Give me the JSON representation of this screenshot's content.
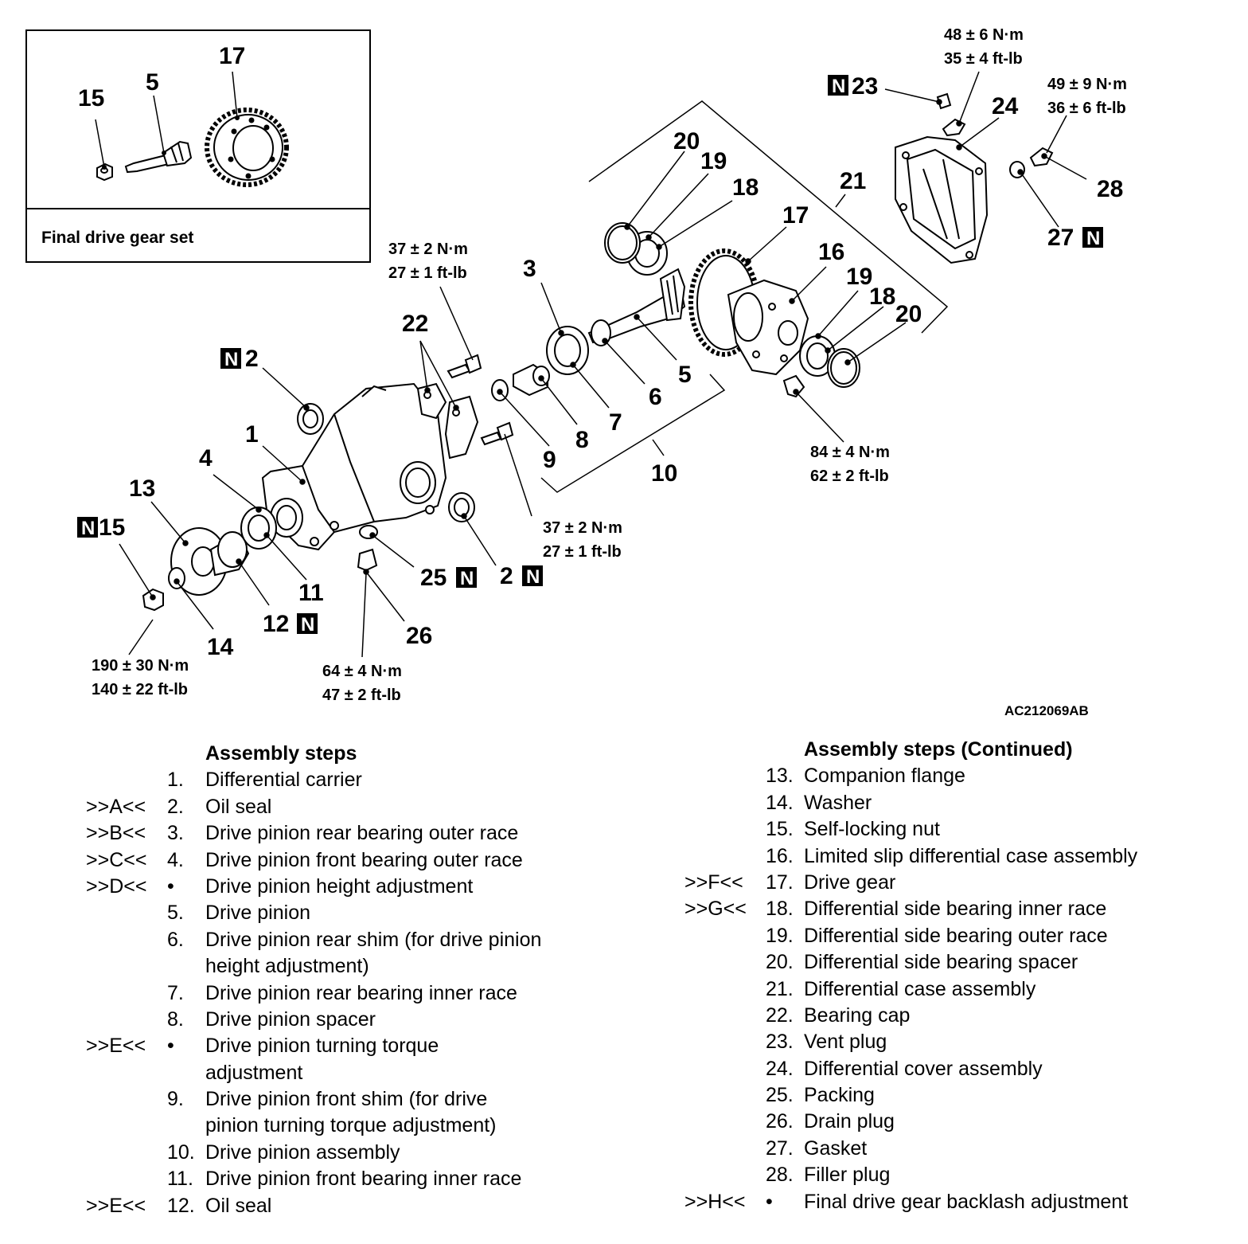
{
  "inset": {
    "label": "Final drive gear set",
    "callouts": [
      "17",
      "5",
      "15"
    ]
  },
  "callouts": {
    "c1": "1",
    "c2a": "2",
    "c2b": "2",
    "c3": "3",
    "c4": "4",
    "c5": "5",
    "c6": "6",
    "c7": "7",
    "c8": "8",
    "c9": "9",
    "c10": "10",
    "c11": "11",
    "c12": "12",
    "c13": "13",
    "c14": "14",
    "c15": "15",
    "c16": "16",
    "c17": "17",
    "c18a": "18",
    "c18b": "18",
    "c19a": "19",
    "c19b": "19",
    "c20a": "20",
    "c20b": "20",
    "c21": "21",
    "c22": "22",
    "c23": "23",
    "c24": "24",
    "c25": "25",
    "c26": "26",
    "c27": "27",
    "c28": "28"
  },
  "n_marker": "N",
  "torques": {
    "t_cap_top": [
      "37 ± 2 N·m",
      "27 ± 1 ft-lb"
    ],
    "t_cap_bot": [
      "37 ± 2 N·m",
      "27 ± 1 ft-lb"
    ],
    "t_vent": [
      "48 ± 6 N·m",
      "35 ± 4 ft-lb"
    ],
    "t_filler": [
      "49 ± 9 N·m",
      "36 ± 6 ft-lb"
    ],
    "t_case": [
      "84 ± 4 N·m",
      "62 ± 2 ft-lb"
    ],
    "t_nut": [
      "190 ± 30 N·m",
      "140 ± 22 ft-lb"
    ],
    "t_drain": [
      "64 ± 4 N·m",
      "47 ± 2 ft-lb"
    ]
  },
  "figure_ref": "AC212069AB",
  "assembly_left": {
    "header": "Assembly steps",
    "rows": [
      {
        "code": "",
        "nr": "1.",
        "text": "Differential carrier"
      },
      {
        "code": ">>A<<",
        "nr": "2.",
        "text": "Oil seal"
      },
      {
        "code": ">>B<<",
        "nr": "3.",
        "text": "Drive pinion rear bearing outer race"
      },
      {
        "code": ">>C<<",
        "nr": "4.",
        "text": "Drive pinion front bearing outer race"
      },
      {
        "code": ">>D<<",
        "nr": "•",
        "text": "Drive pinion height adjustment"
      },
      {
        "code": "",
        "nr": "5.",
        "text": "Drive pinion"
      },
      {
        "code": "",
        "nr": "6.",
        "text": "Drive pinion rear shim (for drive pinion"
      },
      {
        "code": "",
        "nr": "",
        "text": "height adjustment)"
      },
      {
        "code": "",
        "nr": "7.",
        "text": "Drive pinion rear bearing inner race"
      },
      {
        "code": "",
        "nr": "8.",
        "text": "Drive pinion spacer"
      },
      {
        "code": ">>E<<",
        "nr": "•",
        "text": "Drive pinion turning torque"
      },
      {
        "code": "",
        "nr": "",
        "text": "adjustment"
      },
      {
        "code": "",
        "nr": "9.",
        "text": "Drive pinion front shim (for drive"
      },
      {
        "code": "",
        "nr": "",
        "text": "pinion turning torque adjustment)"
      },
      {
        "code": "",
        "nr": "10.",
        "text": "Drive pinion assembly"
      },
      {
        "code": "",
        "nr": "11.",
        "text": "Drive pinion front bearing inner race"
      },
      {
        "code": ">>E<<",
        "nr": "12.",
        "text": "Oil seal"
      }
    ]
  },
  "assembly_right": {
    "header": "Assembly steps (Continued)",
    "rows": [
      {
        "code": "",
        "nr": "13.",
        "text": "Companion flange"
      },
      {
        "code": "",
        "nr": "14.",
        "text": "Washer"
      },
      {
        "code": "",
        "nr": "15.",
        "text": "Self-locking nut"
      },
      {
        "code": "",
        "nr": "16.",
        "text": "Limited slip differential case assembly"
      },
      {
        "code": ">>F<<",
        "nr": "17.",
        "text": "Drive gear"
      },
      {
        "code": ">>G<<",
        "nr": "18.",
        "text": "Differential side bearing inner race"
      },
      {
        "code": "",
        "nr": "19.",
        "text": "Differential side bearing outer race"
      },
      {
        "code": "",
        "nr": "20.",
        "text": "Differential side bearing spacer"
      },
      {
        "code": "",
        "nr": "21.",
        "text": "Differential case assembly"
      },
      {
        "code": "",
        "nr": "22.",
        "text": "Bearing cap"
      },
      {
        "code": "",
        "nr": "23.",
        "text": "Vent plug"
      },
      {
        "code": "",
        "nr": "24.",
        "text": "Differential cover assembly"
      },
      {
        "code": "",
        "nr": "25.",
        "text": "Packing"
      },
      {
        "code": "",
        "nr": "26.",
        "text": "Drain plug"
      },
      {
        "code": "",
        "nr": "27.",
        "text": "Gasket"
      },
      {
        "code": "",
        "nr": "28.",
        "text": "Filler plug"
      },
      {
        "code": ">>H<<",
        "nr": "•",
        "text": "Final drive gear backlash adjustment"
      }
    ]
  }
}
